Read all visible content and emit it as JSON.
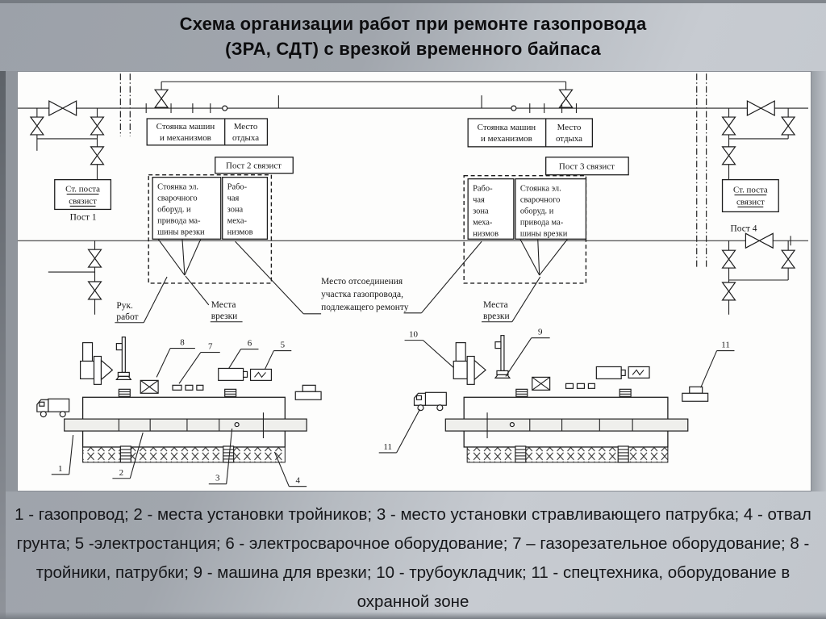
{
  "title": {
    "line1": "Схема организации работ при ремонте газопровода",
    "line2": "(ЗРА, СДТ) с врезкой временного байпаса"
  },
  "legend": "1 - газопровод; 2 - места установки тройников; 3 - место установки стравливающего патрубка; 4 - отвал грунта; 5 -электростанция; 6 - электросварочное оборудование; 7 – газорезательное оборудование; 8 - тройники, патрубки; 9 - машина для врезки; 10 - трубоукладчик; 11 - спецтехника, оборудование в охранной зоне",
  "diagram": {
    "posts": {
      "post1": "Пост 1",
      "post2": "Пост 2 связист",
      "post3": "Пост 3 связист",
      "post4": "Пост 4"
    },
    "station_box": {
      "line1": "Ст. поста",
      "line2": "связист"
    },
    "parking_box": {
      "line1": "Стоянка машин",
      "line2": "и механизмов"
    },
    "rest_box": {
      "line1": "Место",
      "line2": "отдыха"
    },
    "welding_zone_box": [
      "Стоянка эл.",
      "сварочного",
      "оборуд. и",
      "привода ма-",
      "шины врезки"
    ],
    "machine_zone_box": [
      "Рабо-",
      "чая",
      "зона",
      "меха-",
      "низмов"
    ],
    "labels": {
      "work_manager": [
        "Рук.",
        "работ"
      ],
      "tie_in_points": [
        "Места",
        "врезки"
      ],
      "disconnection_point": [
        "Место отсоединения",
        "участка газопровода,",
        "подлежащего ремонту"
      ]
    },
    "callouts": [
      "1",
      "2",
      "3",
      "4",
      "5",
      "6",
      "7",
      "8",
      "9",
      "10",
      "11"
    ]
  },
  "colors": {
    "background": "#a9aeb5",
    "panel": "#fdfdfc",
    "ink": "#1d1d1d"
  }
}
